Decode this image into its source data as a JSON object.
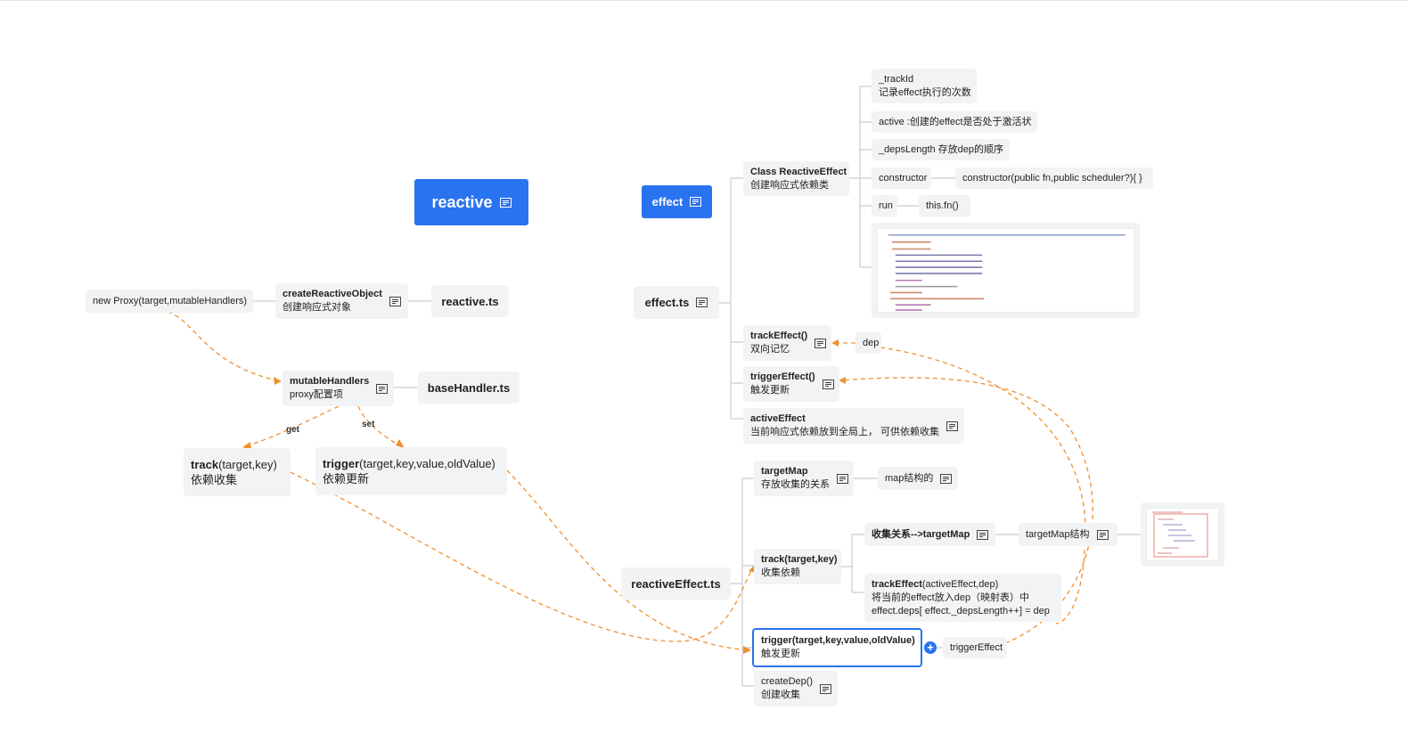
{
  "colors": {
    "accent": "#2a73f0",
    "dashed_link": "#f0902e",
    "node_bg": "#f2f3f5",
    "line": "#c8ccd2"
  },
  "icons": {
    "note": "note-icon",
    "expand": "plus-circle-icon"
  },
  "nodes": {
    "reactive_root": "reactive",
    "effect_root": "effect",
    "new_proxy": "new Proxy(target,mutableHandlers)",
    "create_reactive_object": {
      "title": "createReactiveObject",
      "desc": "创建响应式对象"
    },
    "reactive_ts": "reactive.ts",
    "mutable_handlers": {
      "title": "mutableHandlers",
      "desc": "proxy配置项"
    },
    "base_handler_ts": "baseHandler.ts",
    "track_left": {
      "title": "track",
      "args": "(target,key)",
      "desc": "依赖收集"
    },
    "trigger_left": {
      "title": "trigger",
      "args": "(target,key,value,oldValue)",
      "desc": "依赖更新"
    },
    "effect_ts": "effect.ts",
    "class_reactive_effect": {
      "title": "Class ReactiveEffect",
      "desc": "创建响应式依赖类"
    },
    "track_id": {
      "title": "_trackId",
      "desc": "记录effect执行的次数"
    },
    "active": "active :创建的effect是否处于激活状",
    "deps_length": "_depsLength 存放dep的顺序",
    "constructor": "constructor",
    "constructor_sig": "constructor(public fn,public scheduler?){ }",
    "run": "run",
    "this_fn": "this.fn()",
    "track_effect": {
      "title": "trackEffect()",
      "desc": "双向记忆"
    },
    "dep": "dep",
    "trigger_effect_fn": {
      "title": "triggerEffect()",
      "desc": "触发更新"
    },
    "active_effect": {
      "title": "activeEffect",
      "desc": "当前响应式依赖放到全局上， 可供依赖收集"
    },
    "reactive_effect_ts": "reactiveEffect.ts",
    "target_map": {
      "title": "targetMap",
      "desc": "存放收集的关系"
    },
    "map_struct": "map结构的",
    "track_right": {
      "title": "track(target,key)",
      "desc": "收集依赖"
    },
    "collect_relation": "收集关系-->targetMap",
    "target_map_struct": "targetMap结构",
    "track_effect_call": {
      "title": "trackEffect",
      "args": "(activeEffect,dep)",
      "line2": "将当前的effect放入dep（映射表）中",
      "line3": "effect.deps[ effect._depsLength++] = dep"
    },
    "trigger_right": {
      "title": "trigger(target,key,value,oldValue)",
      "desc": "触发更新"
    },
    "trigger_effect": "triggerEffect",
    "create_dep": {
      "title": "createDep()",
      "desc": "创建收集"
    }
  },
  "edge_labels": {
    "get": "get",
    "set": "set"
  }
}
